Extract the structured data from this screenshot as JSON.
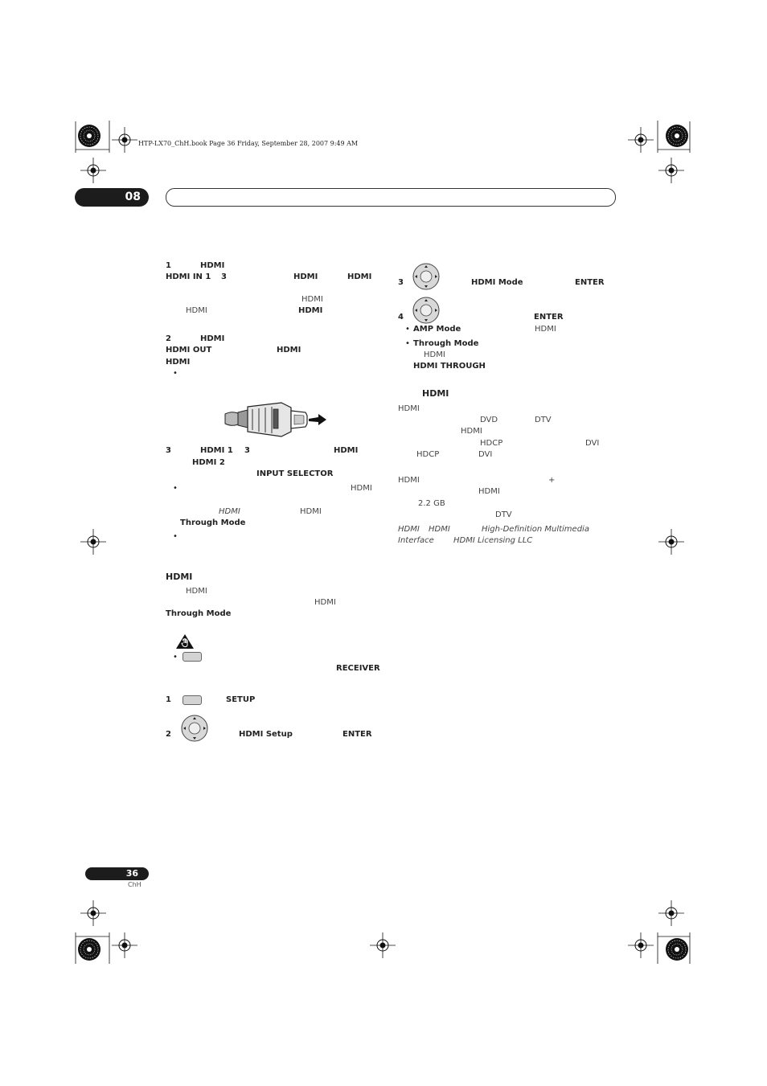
{
  "header": {
    "file_info": "HTP-LX70_ChH.book  Page 36  Friday, September 28, 2007  9:49 AM",
    "chapter_number": "08"
  },
  "left": {
    "s1": {
      "num": "1",
      "hdmi_a": "HDMI",
      "hdmi_in1": "HDMI IN 1",
      "three": "3",
      "hdmi_b": "HDMI",
      "hdmi_c": "HDMI",
      "hdmi_d": "HDMI",
      "hdmi_e": "HDMI",
      "hdmi_f": "HDMI"
    },
    "s2": {
      "num": "2",
      "hdmi_a": "HDMI",
      "hdmi_out": "HDMI OUT",
      "hdmi_b": "HDMI",
      "hdmi_c": "HDMI",
      "bullet": "•"
    },
    "s3": {
      "num": "3",
      "hdmi1": "HDMI 1",
      "three": "3",
      "hdmi_a": "HDMI",
      "hdmi2": "HDMI 2",
      "input_selector": "INPUT SELECTOR",
      "bullet1": "•",
      "hdmi_b": "HDMI",
      "hdmi_i": "HDMI",
      "hdmi_c": "HDMI",
      "through_mode": "Through Mode",
      "bullet2": "•"
    },
    "hdmi_section": {
      "title": "HDMI",
      "hdmi_a": "HDMI",
      "hdmi_b": "HDMI",
      "through_mode": "Through Mode"
    },
    "note": {
      "bullet": "•",
      "receiver": "RECEIVER"
    },
    "step1": {
      "num": "1",
      "setup": "SETUP"
    },
    "step2": {
      "num": "2",
      "hdmi_setup": "HDMI Setup",
      "enter": "ENTER"
    }
  },
  "right": {
    "step3": {
      "num": "3",
      "hdmi_mode": "HDMI Mode",
      "enter": "ENTER"
    },
    "step4": {
      "num": "4",
      "enter": "ENTER"
    },
    "bullets": [
      {
        "dot": "•",
        "label": "AMP Mode",
        "tail": "HDMI"
      },
      {
        "dot": "•",
        "label": "Through Mode",
        "sub": "HDMI",
        "sub2": "HDMI THROUGH"
      }
    ],
    "about": {
      "title": "HDMI",
      "l1": "HDMI",
      "dvd": "DVD",
      "dtv": "DTV",
      "hdmi2": "HDMI",
      "hdcp": "HDCP",
      "dvi": "DVI",
      "hdcp2": "HDCP",
      "dvi2": "DVI",
      "hdmi3": "HDMI",
      "plus": "+",
      "hdmi4": "HDMI",
      "gb": "2.2 GB",
      "dtv2": "DTV",
      "tm1a": "HDMI",
      "tm1b": "HDMI",
      "tm1c": "High-Definition Multimedia",
      "tm2a": "Interface",
      "tm2b": "HDMI Licensing LLC"
    }
  },
  "footer": {
    "page_number": "36",
    "lang": "ChH"
  }
}
